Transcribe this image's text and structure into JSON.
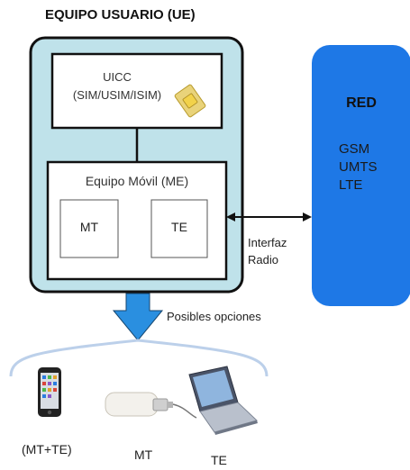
{
  "ue": {
    "title": "EQUIPO USUARIO (UE)"
  },
  "uicc": {
    "line1": "UICC",
    "line2": "(SIM/USIM/ISIM)"
  },
  "me": {
    "title": "Equipo Móvil (ME)",
    "mt": "MT",
    "te": "TE"
  },
  "interface": {
    "line1": "Interfaz",
    "line2": "Radio"
  },
  "network": {
    "title": "RED",
    "items": [
      "GSM",
      "UMTS",
      "LTE"
    ]
  },
  "options": {
    "label": "Posibles opciones"
  },
  "devices": {
    "phone": "(MT+TE)",
    "modem": "MT",
    "laptop": "TE"
  },
  "colors": {
    "ue_fill": "#bfe2ea",
    "network_fill": "#1e78e6",
    "arrow_fill": "#2a8fe0",
    "sim_chip": "#f2d24a"
  }
}
